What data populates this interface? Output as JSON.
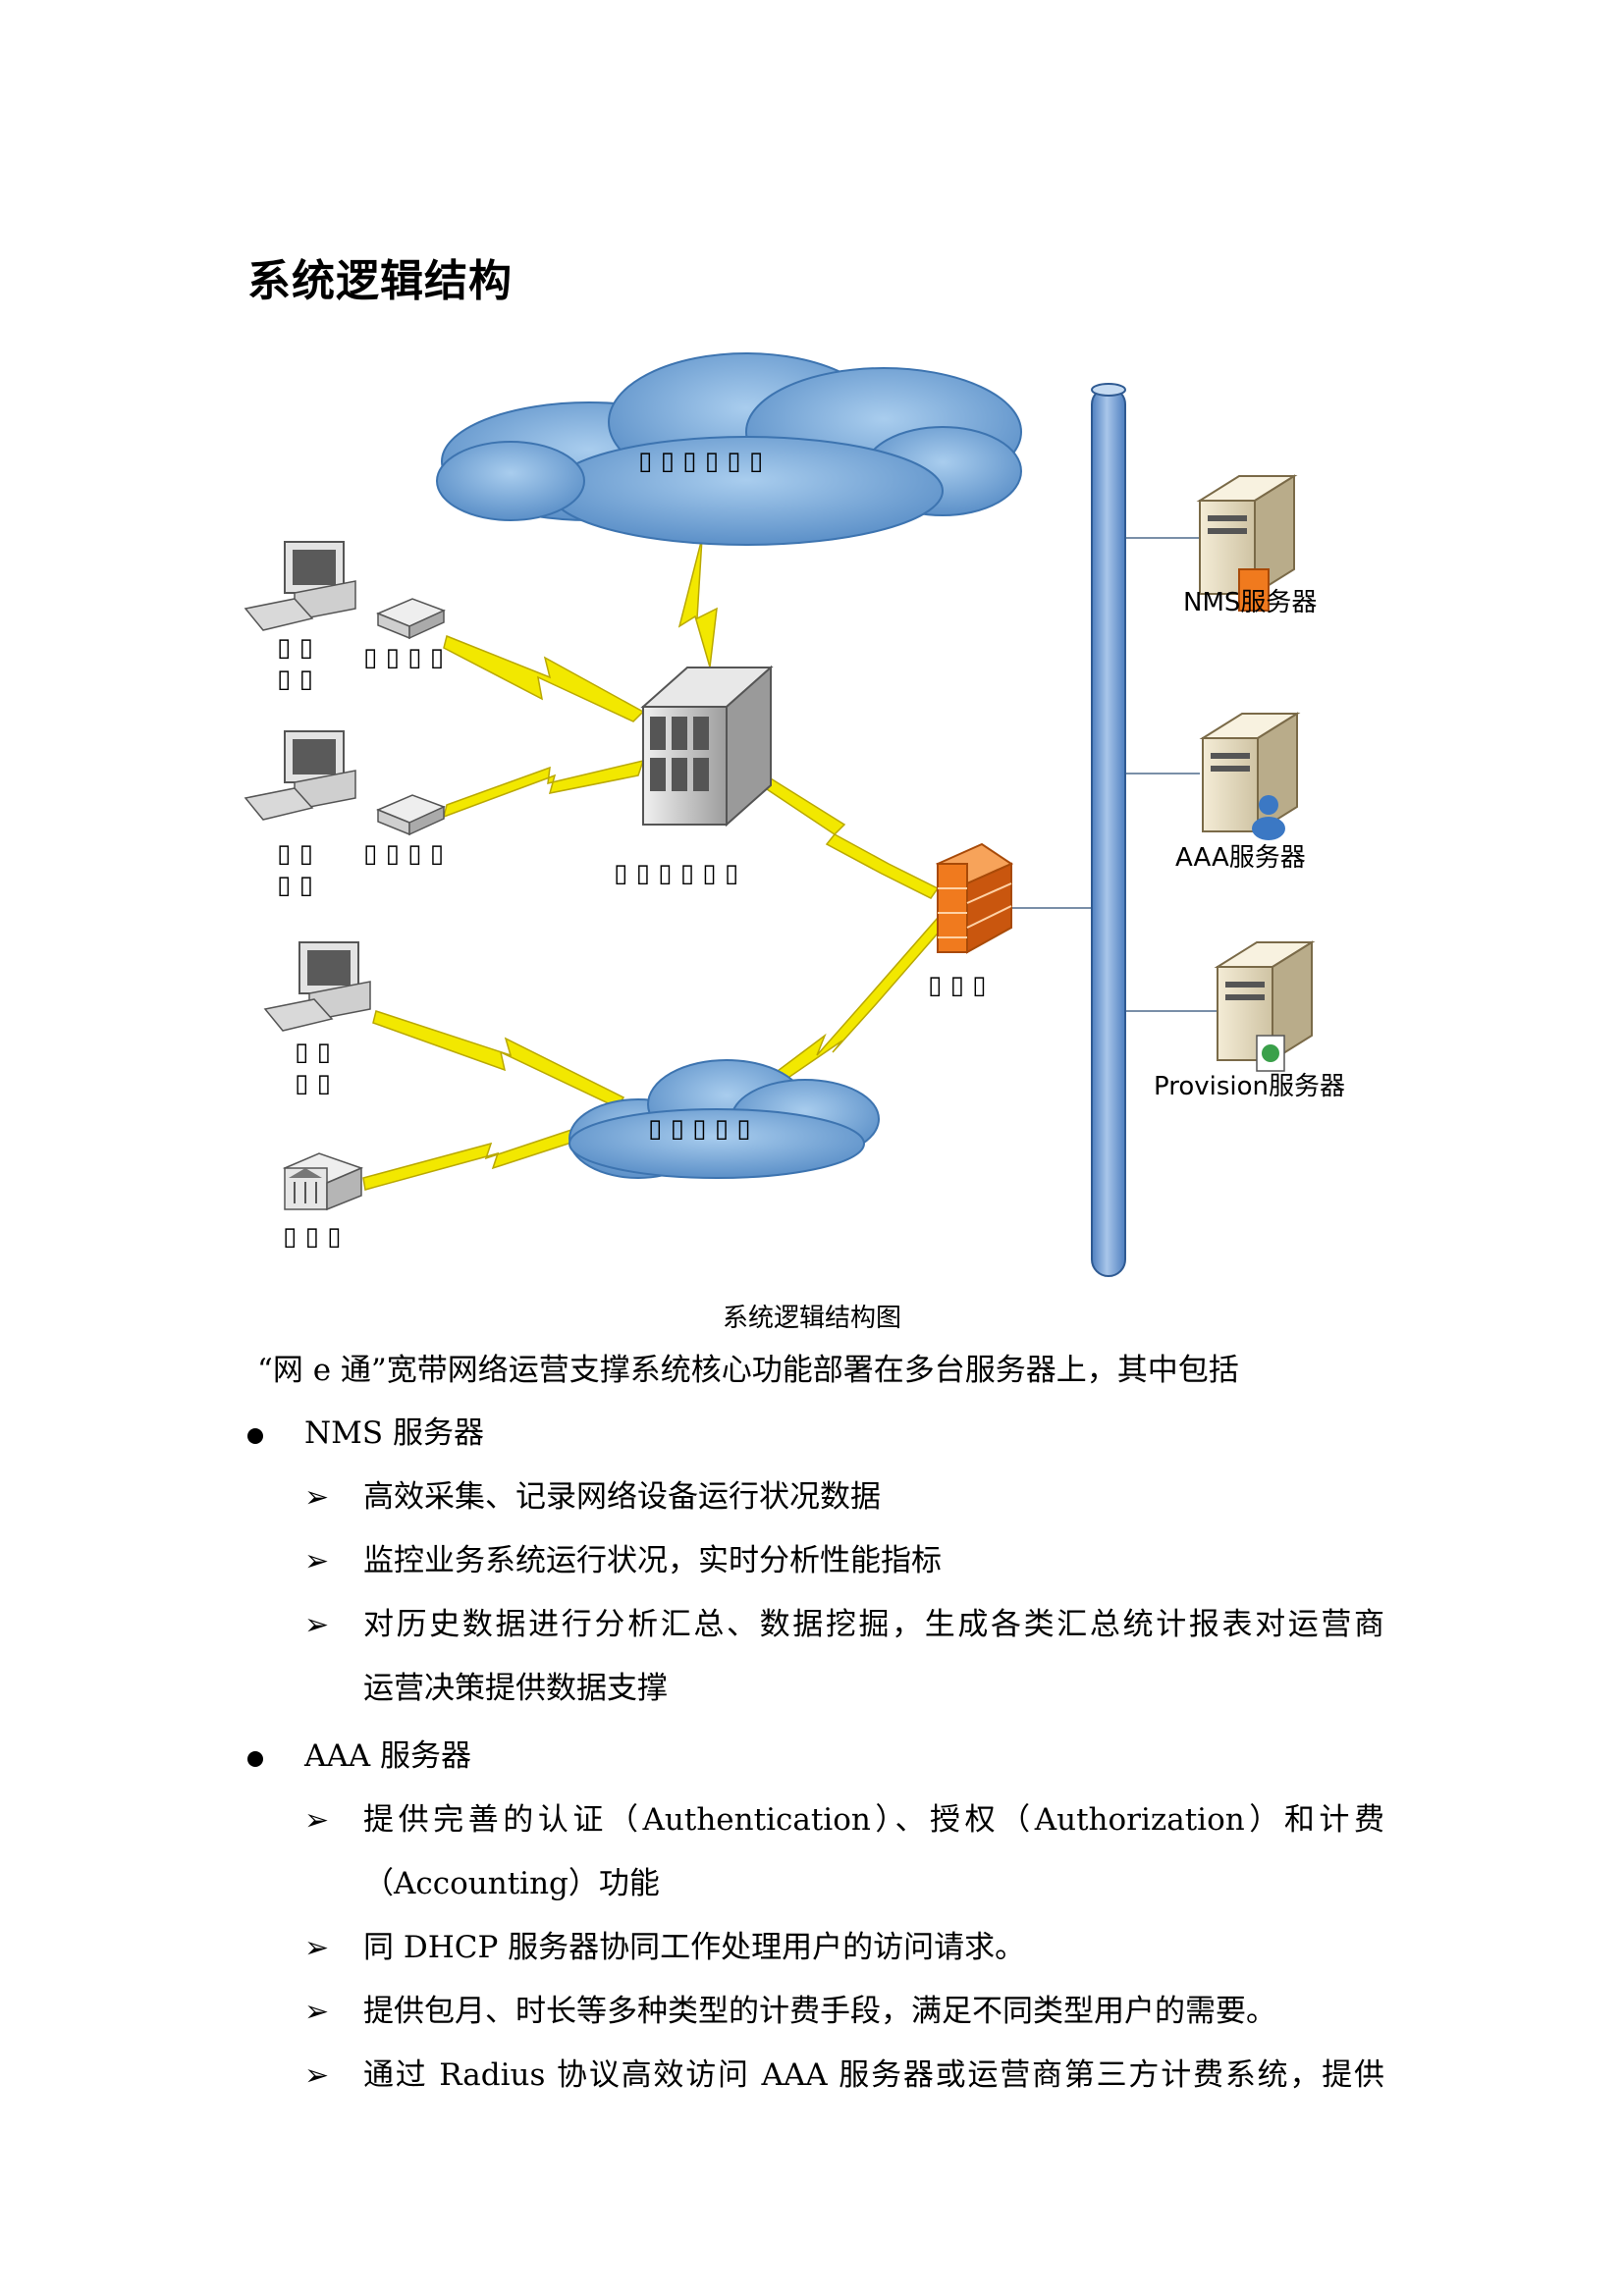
{
  "page_title": "系统逻辑结构",
  "diagram": {
    "nms_server": "NMS服务器",
    "aaa_server": "AAA服务器",
    "provision_server": "Provision服务器",
    "caption": "系统逻辑结构图"
  },
  "intro": "“网 e 通”宽带网络运营支撑系统核心功能部署在多台服务器上，其中包括",
  "sections": [
    {
      "title": "NMS 服务器",
      "items": [
        "高效采集、记录网络设备运行状况数据",
        "监控业务系统运行状况，实时分析性能指标",
        "对历史数据进行分析汇总、数据挖掘，生成各类汇总统计报表对运营商",
        "运营决策提供数据支撑"
      ]
    },
    {
      "title": "AAA 服务器",
      "items": [
        "提供完善的认证（Authentication）、授权（Authorization）和计费",
        "（Accounting）功能",
        "同 DHCP 服务器协同工作处理用户的访问请求。",
        "提供包月、时长等多种类型的计费手段，满足不同类型用户的需要。",
        "通过 Radius 协议高效访问 AAA 服务器或运营商第三方计费系统，提供"
      ]
    }
  ],
  "colors": {
    "cloud": "#6a9fd0",
    "bus": "#6f9bd0",
    "lightning": "#f2e800",
    "firewall": "#f07a1e"
  }
}
